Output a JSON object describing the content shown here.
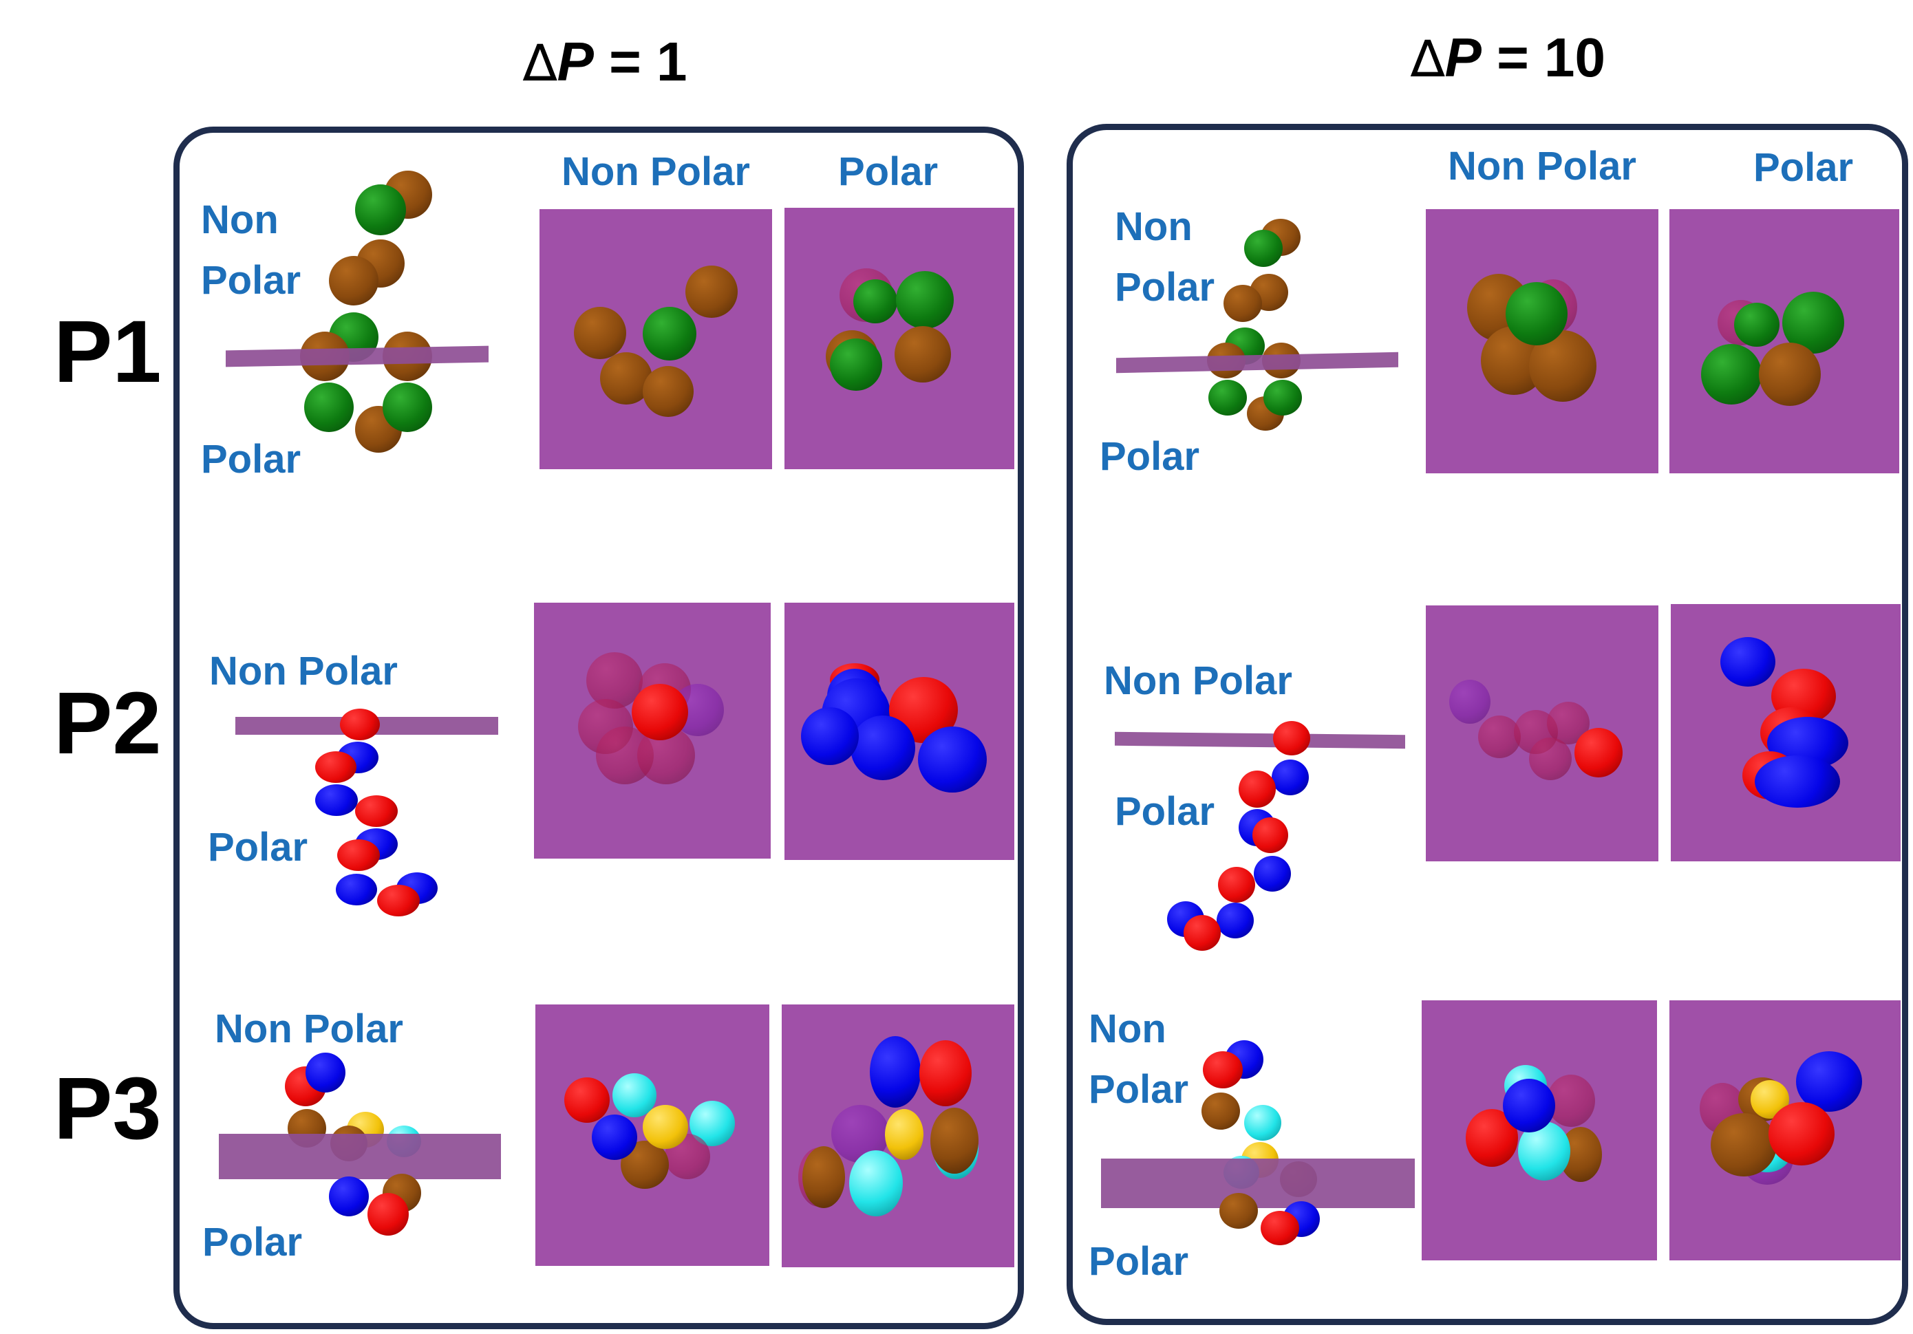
{
  "headers": {
    "left": {
      "delta": "∆",
      "p": "P",
      "rest": " = 1"
    },
    "right": {
      "delta": "∆",
      "p": "P",
      "rest": " = 10"
    }
  },
  "rows": [
    "P1",
    "P2",
    "P3"
  ],
  "labels": {
    "non": "Non",
    "polar": "Polar",
    "non_polar": "Non Polar"
  },
  "colors": {
    "panel_border": "#1f2d4d",
    "label_text": "#1d6fb9",
    "membrane_view": "#a050a8",
    "bead_green": "#0d7a10",
    "bead_brown": "#8a4a0e",
    "bead_red": "#e80808",
    "bead_blue": "#0505e8",
    "bead_cyan": "#22e4e8",
    "bead_yellow": "#f2c20a"
  }
}
